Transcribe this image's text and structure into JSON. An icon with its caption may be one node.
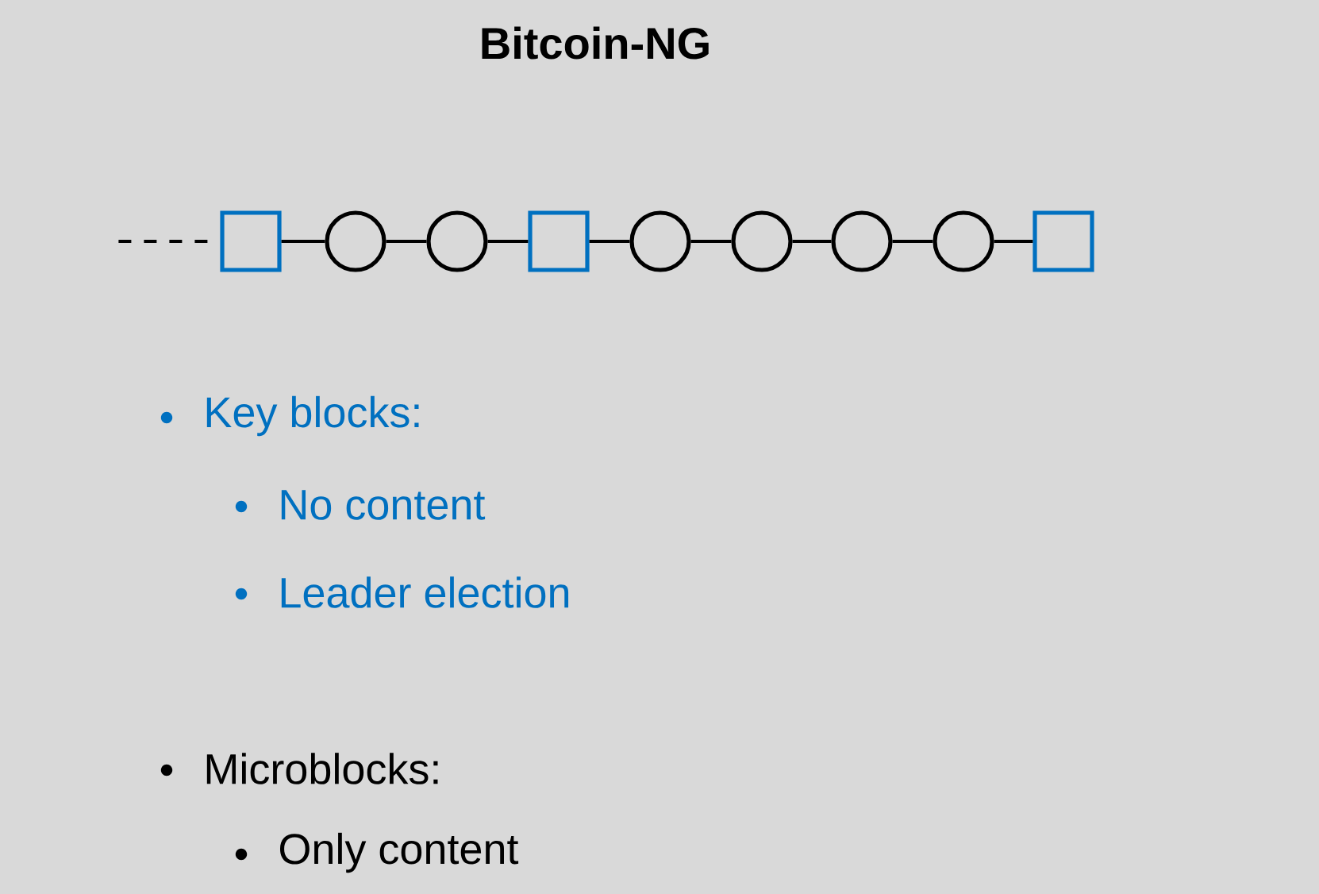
{
  "diagram": {
    "title": "Bitcoin-NG",
    "nodes": [
      {
        "text": [],
        "shape": "box"
      },
      {
        "text": [],
        "shape": "circle"
      },
      {
        "text": [],
        "shape": "circle"
      },
      {
        "text": [],
        "shape": "box"
      },
      {
        "text": [],
        "shape": "circle"
      },
      {
        "text": [],
        "shape": "circle"
      },
      {
        "text": [],
        "shape": "circle"
      },
      {
        "text": [],
        "shape": "circle"
      },
      {
        "text": [],
        "shape": "box"
      }
    ],
    "edges": [
      {
        "from": null,
        "to": 0,
        "arrow": "none",
        "style": "dashed"
      },
      {
        "from": 0,
        "to": 1,
        "arrow": "none"
      },
      {
        "from": 1,
        "to": 2,
        "arrow": "none"
      },
      {
        "from": 2,
        "to": 3,
        "arrow": "none"
      },
      {
        "from": 3,
        "to": 4,
        "arrow": "none"
      },
      {
        "from": 4,
        "to": 5,
        "arrow": "none"
      },
      {
        "from": 5,
        "to": 6,
        "arrow": "none"
      },
      {
        "from": 6,
        "to": 7,
        "arrow": "none"
      },
      {
        "from": 7,
        "to": 8,
        "arrow": "none"
      }
    ],
    "labels": [
      "Key blocks:",
      "No content",
      "Leader election",
      "Microblocks:",
      "Only content"
    ]
  }
}
